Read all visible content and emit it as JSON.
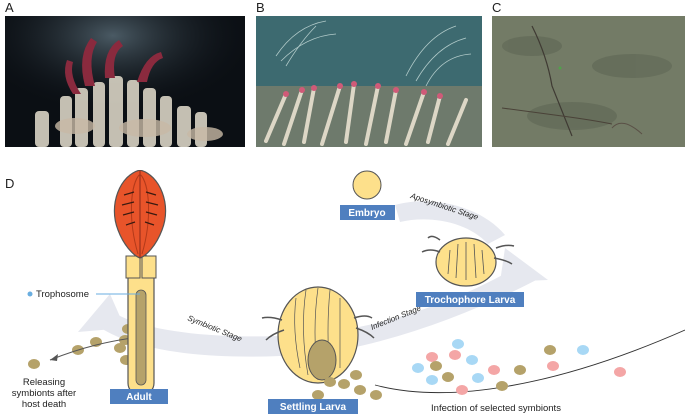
{
  "panels": {
    "a": "A",
    "b": "B",
    "c": "C",
    "d": "D"
  },
  "labels": {
    "embryo": "Embryo",
    "trochophore": "Trochophore Larva",
    "settling": "Settling Larva",
    "adult": "Adult",
    "trophosome": "Trophosome",
    "releasing_1": "Releasing",
    "releasing_2": "symbionts after",
    "releasing_3": "host death",
    "infection_selected": "Infection of selected symbionts"
  },
  "stages": {
    "aposymbiotic": "Aposymbiotic Stage",
    "infection": "Infection Stage",
    "symbiotic": "Symbiotic Stage"
  },
  "colors": {
    "label_box": "#4f7fbf",
    "larva_fill": "#fde08b",
    "plume_red": "#e8542a",
    "symbiont_olive": "#b5a26a",
    "symbiont_blue": "#a8d8f5",
    "symbiont_pink": "#f4a6a6",
    "cycle_arrow": "#e6e8ef"
  }
}
